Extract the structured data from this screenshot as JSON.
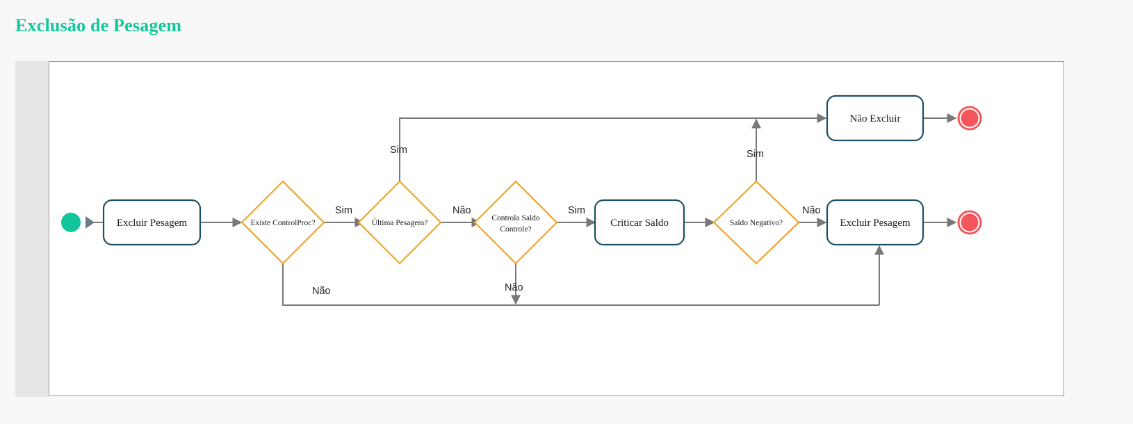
{
  "page": {
    "title": "Exclusão de Pesagem",
    "title_color": "#12c99b",
    "background_color": "#f8f8f8"
  },
  "canvas": {
    "gutter_color": "#e6e6e6",
    "surface_color": "#ffffff",
    "border_color": "#9a9a9a"
  },
  "palette": {
    "start_node": "#12c49b",
    "start_marker": "#6b7b88",
    "end_node_fill": "#f4565c",
    "end_node_ring": "#f4565c",
    "task_border": "#1c4f68",
    "decision_border": "#f0a429",
    "connector": "#787878"
  },
  "diagram": {
    "type": "flowchart",
    "nodes": [
      {
        "id": "start",
        "kind": "start-event",
        "label": ""
      },
      {
        "id": "task_excluir_pesagem_1",
        "kind": "task",
        "label": "Excluir Pesagem"
      },
      {
        "id": "dec_existe_controlproc",
        "kind": "decision",
        "label": "Existe ControlProc?"
      },
      {
        "id": "dec_ultima_pesagem",
        "kind": "decision",
        "label": "Última Pesagem?"
      },
      {
        "id": "dec_controla_saldo",
        "kind": "decision",
        "label_line1": "Controla Saldo",
        "label_line2": "Controle?"
      },
      {
        "id": "task_criticar_saldo",
        "kind": "task",
        "label": "Criticar Saldo"
      },
      {
        "id": "dec_saldo_negativo",
        "kind": "decision",
        "label": "Saldo Negativo?"
      },
      {
        "id": "task_nao_excluir",
        "kind": "task",
        "label": "Não Excluir"
      },
      {
        "id": "task_excluir_pesagem_2",
        "kind": "task",
        "label": "Excluir Pesagem"
      },
      {
        "id": "end_top",
        "kind": "end-event",
        "label": ""
      },
      {
        "id": "end_bottom",
        "kind": "end-event",
        "label": ""
      }
    ],
    "edges": [
      {
        "id": "e1",
        "from": "start",
        "to": "task_excluir_pesagem_1",
        "label": ""
      },
      {
        "id": "e2",
        "from": "task_excluir_pesagem_1",
        "to": "dec_existe_controlproc",
        "label": ""
      },
      {
        "id": "e3",
        "from": "dec_existe_controlproc",
        "to": "dec_ultima_pesagem",
        "label": "Sim"
      },
      {
        "id": "e4",
        "from": "dec_existe_controlproc",
        "to": "bottom_return",
        "label": "Não"
      },
      {
        "id": "e5",
        "from": "dec_ultima_pesagem",
        "to": "task_nao_excluir",
        "label": "Sim"
      },
      {
        "id": "e6",
        "from": "dec_ultima_pesagem",
        "to": "dec_controla_saldo",
        "label": "Não"
      },
      {
        "id": "e7",
        "from": "dec_controla_saldo",
        "to": "task_criticar_saldo",
        "label": "Sim"
      },
      {
        "id": "e8",
        "from": "dec_controla_saldo",
        "to": "bottom_return",
        "label": "Não"
      },
      {
        "id": "e9",
        "from": "task_criticar_saldo",
        "to": "dec_saldo_negativo",
        "label": ""
      },
      {
        "id": "e10",
        "from": "dec_saldo_negativo",
        "to": "task_nao_excluir",
        "label": "Sim"
      },
      {
        "id": "e11",
        "from": "dec_saldo_negativo",
        "to": "task_excluir_pesagem_2",
        "label": "Não"
      },
      {
        "id": "e12",
        "from": "task_nao_excluir",
        "to": "end_top",
        "label": ""
      },
      {
        "id": "e13",
        "from": "task_excluir_pesagem_2",
        "to": "end_bottom",
        "label": ""
      }
    ],
    "edge_labels": {
      "sim_existe": "Sim",
      "nao_existe": "Não",
      "sim_ultima": "Sim",
      "nao_ultima": "Não",
      "sim_controla": "Sim",
      "nao_controla": "Não",
      "sim_negativo": "Sim",
      "nao_negativo": "Não"
    }
  }
}
